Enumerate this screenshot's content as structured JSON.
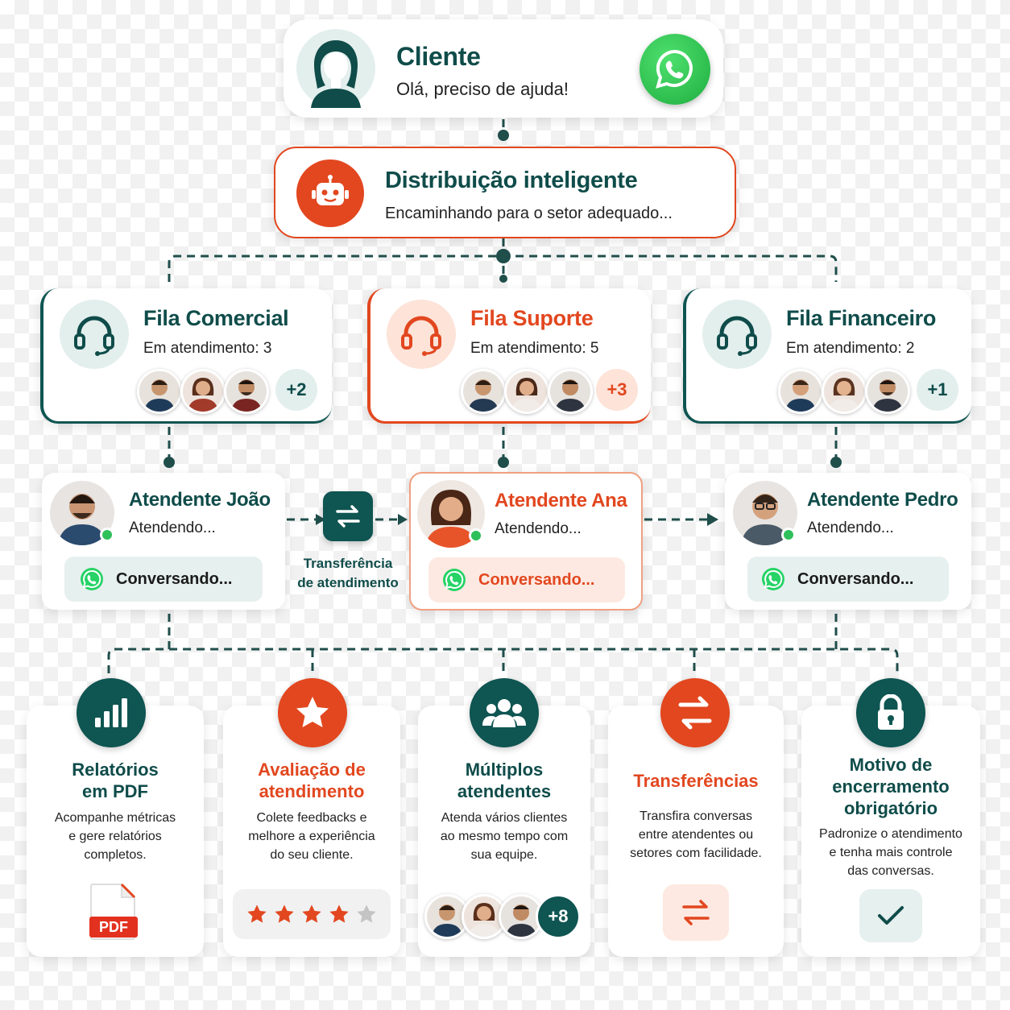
{
  "colors": {
    "teal": "#0f5552",
    "orange": "#e2471f",
    "whatsapp_green": "#25d366",
    "online_green": "#2ec05a",
    "light_teal": "#e6f0ee",
    "light_orange": "#fde9e1"
  },
  "cliente": {
    "title": "Cliente",
    "message": "Olá, preciso de ajuda!",
    "icon": "whatsapp-icon"
  },
  "distribuicao": {
    "title": "Distribuição inteligente",
    "subtitle": "Encaminhando para o setor adequado...",
    "icon": "robot-icon"
  },
  "queues": [
    {
      "title": "Fila Comercial",
      "status": "Em atendimento: 3",
      "extra": "+2",
      "icon": "headset-icon"
    },
    {
      "title": "Fila Suporte",
      "status": "Em atendimento: 5",
      "extra": "+3",
      "icon": "headset-icon"
    },
    {
      "title": "Fila Financeiro",
      "status": "Em atendimento: 2",
      "extra": "+1",
      "icon": "headset-icon"
    }
  ],
  "agents": [
    {
      "name": "Atendente João",
      "status": "Atendendo...",
      "chat": "Conversando..."
    },
    {
      "name": "Atendente Ana",
      "status": "Atendendo...",
      "chat": "Conversando..."
    },
    {
      "name": "Atendente Pedro",
      "status": "Atendendo...",
      "chat": "Conversando..."
    }
  ],
  "transfer": {
    "label_line1": "Transferência",
    "label_line2": "de atendimento",
    "icon": "transfer-arrows-icon"
  },
  "features": [
    {
      "title_line1": "Relatórios",
      "title_line2": "em PDF",
      "text_lines": [
        "Acompanhe métricas",
        "e gere relatórios",
        "completos."
      ],
      "icon": "bar-chart-icon",
      "badge": "PDF"
    },
    {
      "title_line1": "Avaliação de",
      "title_line2": "atendimento",
      "text_lines": [
        "Colete feedbacks e",
        "melhore a experiência",
        "do seu cliente."
      ],
      "icon": "star-icon",
      "rating": 4,
      "rating_max": 5
    },
    {
      "title_line1": "Múltiplos",
      "title_line2": "atendentes",
      "text_lines": [
        "Atenda vários clientes",
        "ao mesmo tempo com",
        "sua equipe."
      ],
      "icon": "users-icon",
      "extra": "+8"
    },
    {
      "title_line1": "Transferências",
      "title_line2": "",
      "text_lines": [
        "Transfira conversas",
        "entre atendentes ou",
        "setores com facilidade."
      ],
      "icon": "swap-icon"
    },
    {
      "title_line1": "Motivo de",
      "title_line2": "encerramento",
      "title_line3": "obrigatório",
      "text_lines": [
        "Padronize o atendimento",
        "e tenha mais controle",
        "das conversas."
      ],
      "icon": "lock-icon"
    }
  ]
}
